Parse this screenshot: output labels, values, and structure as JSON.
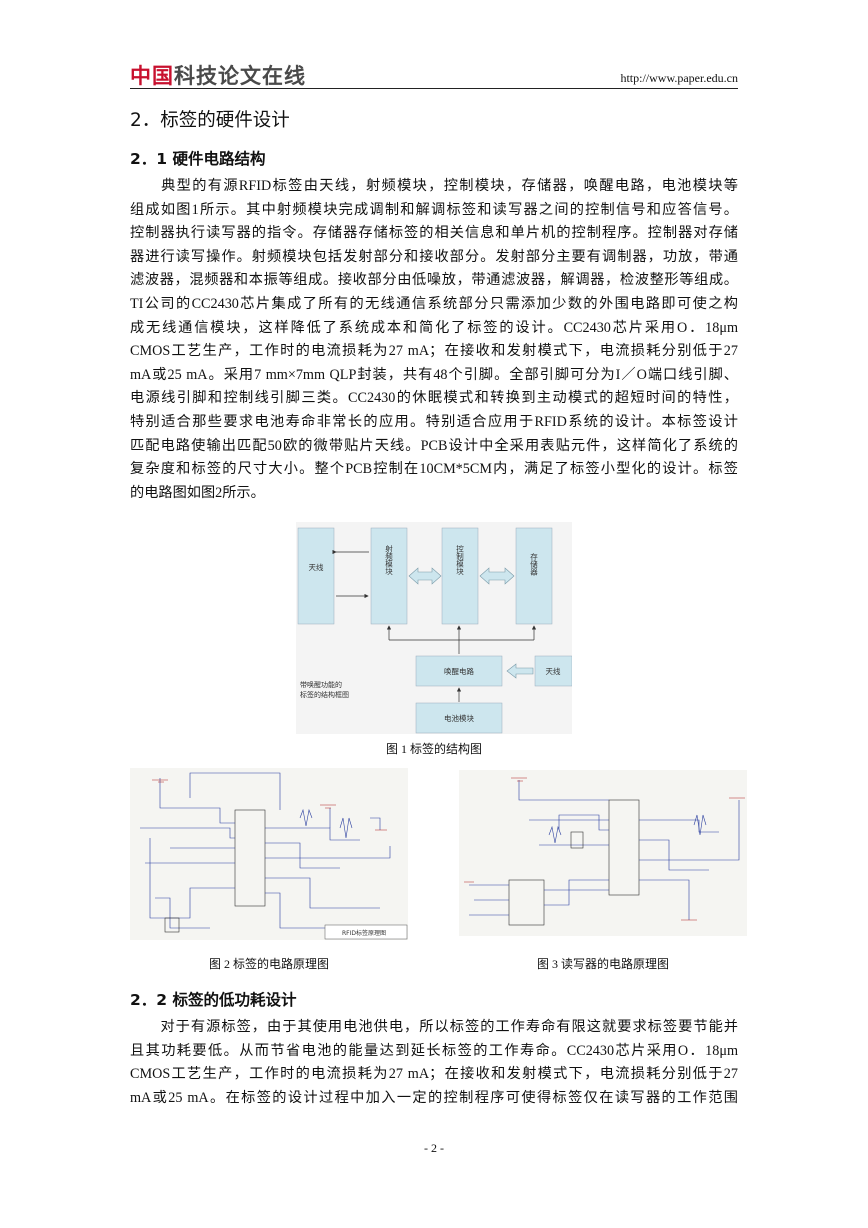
{
  "header": {
    "logo_red": "中国",
    "logo_gray": "科技论文在线",
    "url": "http://www.paper.edu.cn"
  },
  "section2": {
    "title": "2．标签的硬件设计"
  },
  "section21": {
    "title": "2．1 硬件电路结构",
    "lines": [
      "　　典型的有源RFID标签由天线，射频模块，控制模块，存储器，唤醒电路，电池模块等",
      "组成如图1所示。其中射频模块完成调制和解调标签和读写器之间的控制信号和应答信号。",
      "控制器执行读写器的指令。存储器存储标签的相关信息和单片机的控制程序。控制器对存储",
      "器进行读写操作。射频模块包括发射部分和接收部分。发射部分主要有调制器，功放，带通",
      "滤波器，混频器和本振等组成。接收部分由低噪放，带通滤波器，解调器，检波整形等组成。",
      "TI公司的CC2430芯片集成了所有的无线通信系统部分只需添加少数的外围电路即可使之构",
      "成无线通信模块，这样降低了系统成本和简化了标签的设计。CC2430芯片采用O．18μm",
      "CMOS工艺生产，工作时的电流损耗为27 mA；在接收和发射模式下，电流损耗分别低于27",
      "mA或25 mA。采用7 mm×7mm QLP封装，共有48个引脚。全部引脚可分为I／O端口线引脚、",
      "电源线引脚和控制线引脚三类。CC2430的休眠模式和转换到主动模式的超短时间的特性，",
      "特别适合那些要求电池寿命非常长的应用。特别适合应用于RFID系统的设计。本标签设计",
      "匹配电路使输出匹配50欧的微带贴片天线。PCB设计中全采用表贴元件，这样简化了系统的",
      "复杂度和标签的尺寸大小。整个PCB控制在10CM*5CM内，满足了标签小型化的设计。标签",
      "的电路图如图2所示。"
    ]
  },
  "figure1": {
    "caption": "图 1  标签的结构图",
    "blocks": {
      "antenna": "天线",
      "rf": "射频模块",
      "ctrl": "控制模块",
      "mem": "存储器",
      "wake": "唤醒电路",
      "antenna2": "天线",
      "battery": "电池模块"
    },
    "note_line1": "带唤醒功能的",
    "note_line2": "标签的结构框图"
  },
  "figure2": {
    "caption": "图 2  标签的电路原理图",
    "label": "RFID标签原理图"
  },
  "figure3": {
    "caption": "图 3  读写器的电路原理图"
  },
  "section22": {
    "title": "2．2 标签的低功耗设计",
    "lines": [
      "　　对于有源标签，由于其使用电池供电，所以标签的工作寿命有限这就要求标签要节能并",
      "且其功耗要低。从而节省电池的能量达到延长标签的工作寿命。CC2430芯片采用O．18μm",
      "CMOS工艺生产，工作时的电流损耗为27 mA；在接收和发射模式下，电流损耗分别低于27",
      "mA或25 mA。在标签的设计过程中加入一定的控制程序可使得标签仅在读写器的工作范围"
    ]
  },
  "footer": {
    "page": "- 2 -"
  }
}
